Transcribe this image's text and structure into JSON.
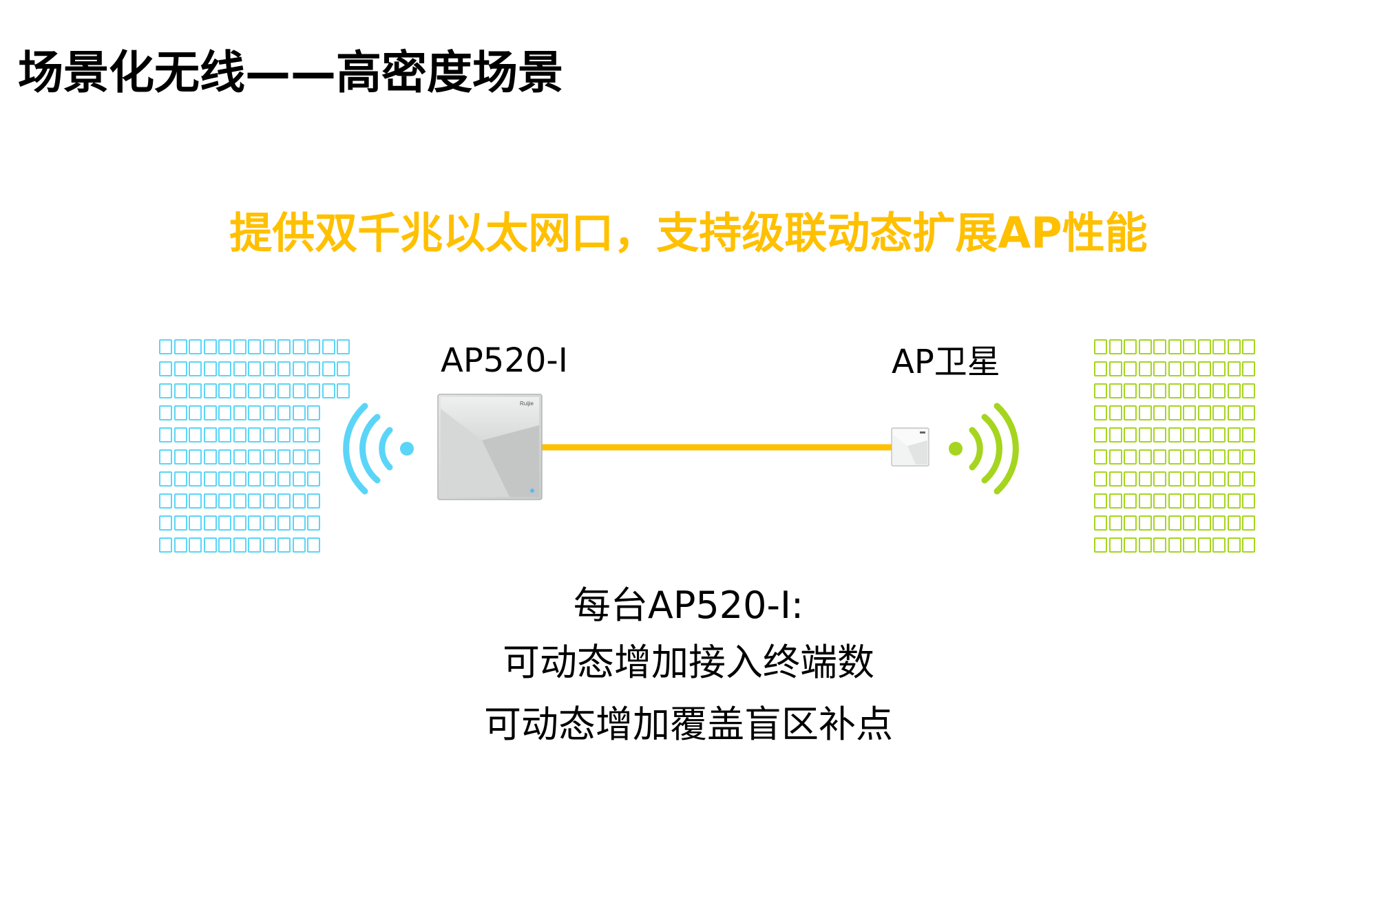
{
  "slide": {
    "title": "场景化无线——高密度场景",
    "subtitle": "提供双千兆以太网口，支持级联动态扩展AP性能",
    "ap_main": {
      "label": "AP520-I",
      "brand": "Ruijie"
    },
    "ap_satellite": {
      "label": "AP卫星"
    },
    "description": [
      "每台AP520-I:",
      "可动态增加接入终端数",
      "可动态增加覆盖盲区补点"
    ]
  },
  "colors": {
    "title": "#000000",
    "subtitle": "#ffc000",
    "cable": "#ffc000",
    "left_devices": "#5bd5f7",
    "right_devices": "#a5d51f"
  },
  "icons": {
    "left_signal": "wifi-signal-icon",
    "right_signal": "wifi-signal-icon",
    "left_devices": "terminal-device-icon",
    "right_devices": "terminal-device-icon"
  }
}
